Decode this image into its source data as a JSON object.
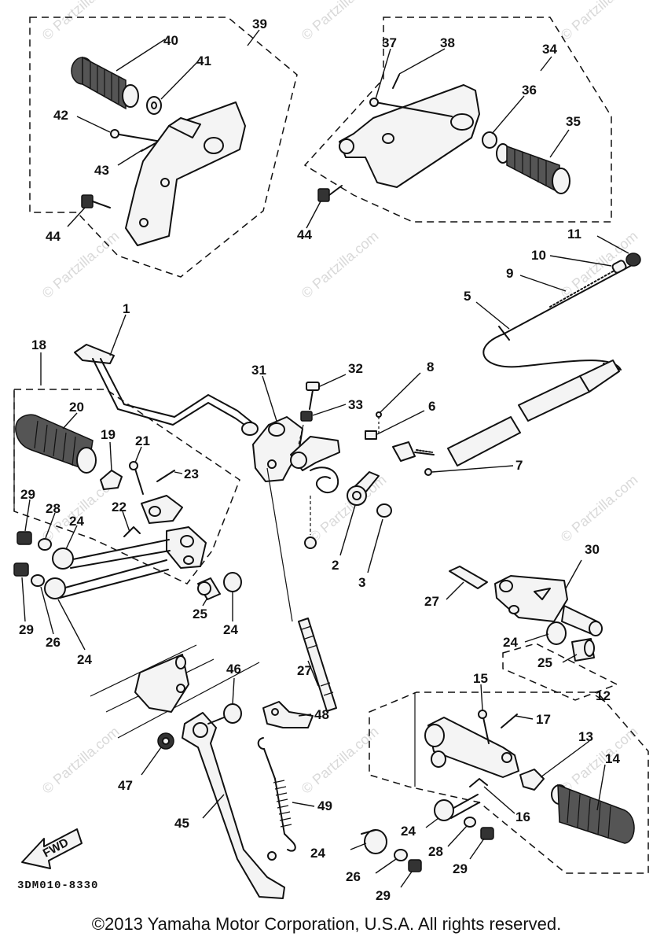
{
  "callouts": [
    "1",
    "2",
    "3",
    "5",
    "6",
    "7",
    "8",
    "9",
    "10",
    "11",
    "12",
    "13",
    "14",
    "15",
    "16",
    "17",
    "18",
    "19",
    "20",
    "21",
    "22",
    "23",
    "24",
    "25",
    "26",
    "27",
    "28",
    "29",
    "30",
    "31",
    "32",
    "33",
    "34",
    "35",
    "36",
    "37",
    "38",
    "39",
    "40",
    "41",
    "42",
    "43",
    "44",
    "45",
    "46",
    "47",
    "48",
    "49"
  ],
  "labels": {
    "l1": "1",
    "l2": "2",
    "l3": "3",
    "l5": "5",
    "l6": "6",
    "l7": "7",
    "l8": "8",
    "l9": "9",
    "l10": "10",
    "l11": "11",
    "l12": "12",
    "l13": "13",
    "l14": "14",
    "l15": "15",
    "l16": "16",
    "l17": "17",
    "l18": "18",
    "l19": "19",
    "l20": "20",
    "l21": "21",
    "l22": "22",
    "l23": "23",
    "l24": "24",
    "l25": "25",
    "l26": "26",
    "l27": "27",
    "l28": "28",
    "l29": "29",
    "l30": "30",
    "l31": "31",
    "l32": "32",
    "l33": "33",
    "l34": "34",
    "l35": "35",
    "l36": "36",
    "l37": "37",
    "l38": "38",
    "l39": "39",
    "l40": "40",
    "l41": "41",
    "l42": "42",
    "l43": "43",
    "l44": "44",
    "l45": "45",
    "l46": "46",
    "l47": "47",
    "l48": "48",
    "l49": "49"
  },
  "watermark": "© Partzilla.com",
  "fwd_label": "FWD",
  "diagram_code": "3DM010-8330",
  "copyright": "©2013 Yamaha Motor Corporation, U.S.A. All rights reserved."
}
